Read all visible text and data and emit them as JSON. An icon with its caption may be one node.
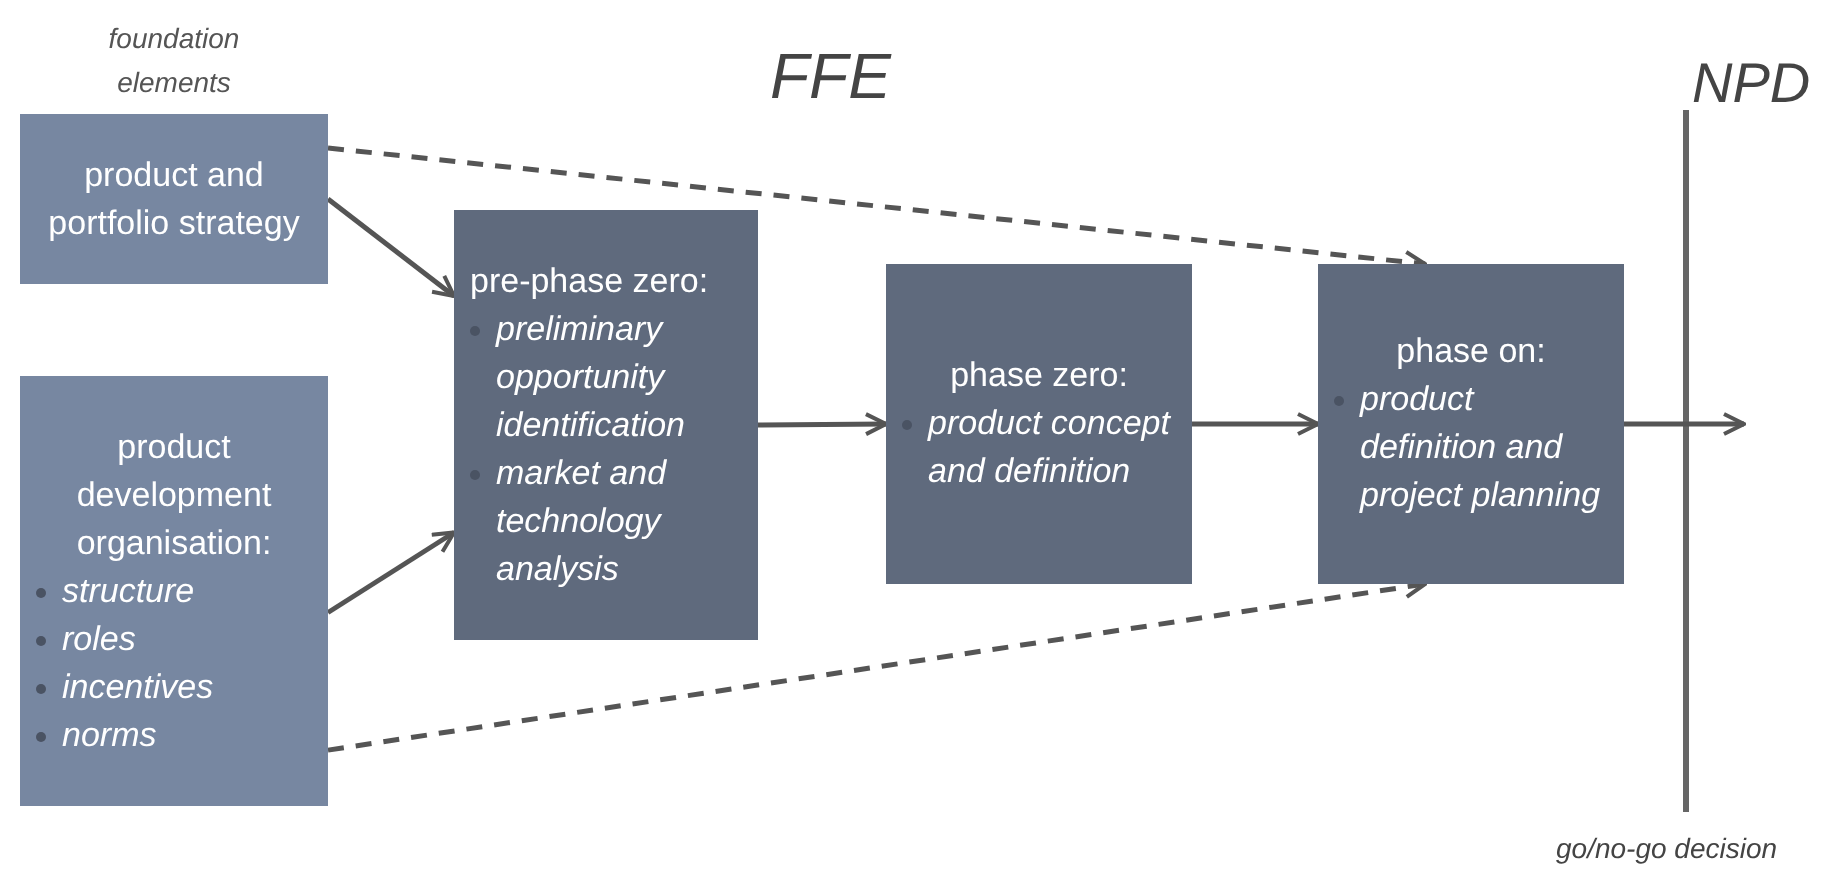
{
  "diagram": {
    "nodes": [
      {
        "text": [
          "product and portfolio strategy"
        ]
      },
      {
        "text": [
          "product development organisation:",
          "structure",
          "roles",
          "incentives",
          "norms"
        ]
      },
      {
        "text": [
          "pre-phase zero:",
          "preliminary opportunity identification",
          "market and technology analysis"
        ]
      },
      {
        "text": [
          "phase zero:",
          "product concept and definition"
        ]
      },
      {
        "text": [
          "phase on:",
          "product definition and project planning"
        ]
      }
    ],
    "edges": [
      {
        "from": 0,
        "to": 2,
        "arrow": "to"
      },
      {
        "from": 1,
        "to": 2,
        "arrow": "to"
      },
      {
        "from": 2,
        "to": 3,
        "arrow": "to"
      },
      {
        "from": 3,
        "to": 4,
        "arrow": "to"
      },
      {
        "from": 4,
        "to": null,
        "arrow": "to"
      },
      {
        "from": 0,
        "to": 4,
        "arrow": "to",
        "style": "dashed"
      },
      {
        "from": 1,
        "to": 4,
        "arrow": "to",
        "style": "dashed"
      }
    ],
    "labels": [
      "foundation elements",
      "FFE",
      "NPD",
      "go/no-go decision"
    ]
  }
}
